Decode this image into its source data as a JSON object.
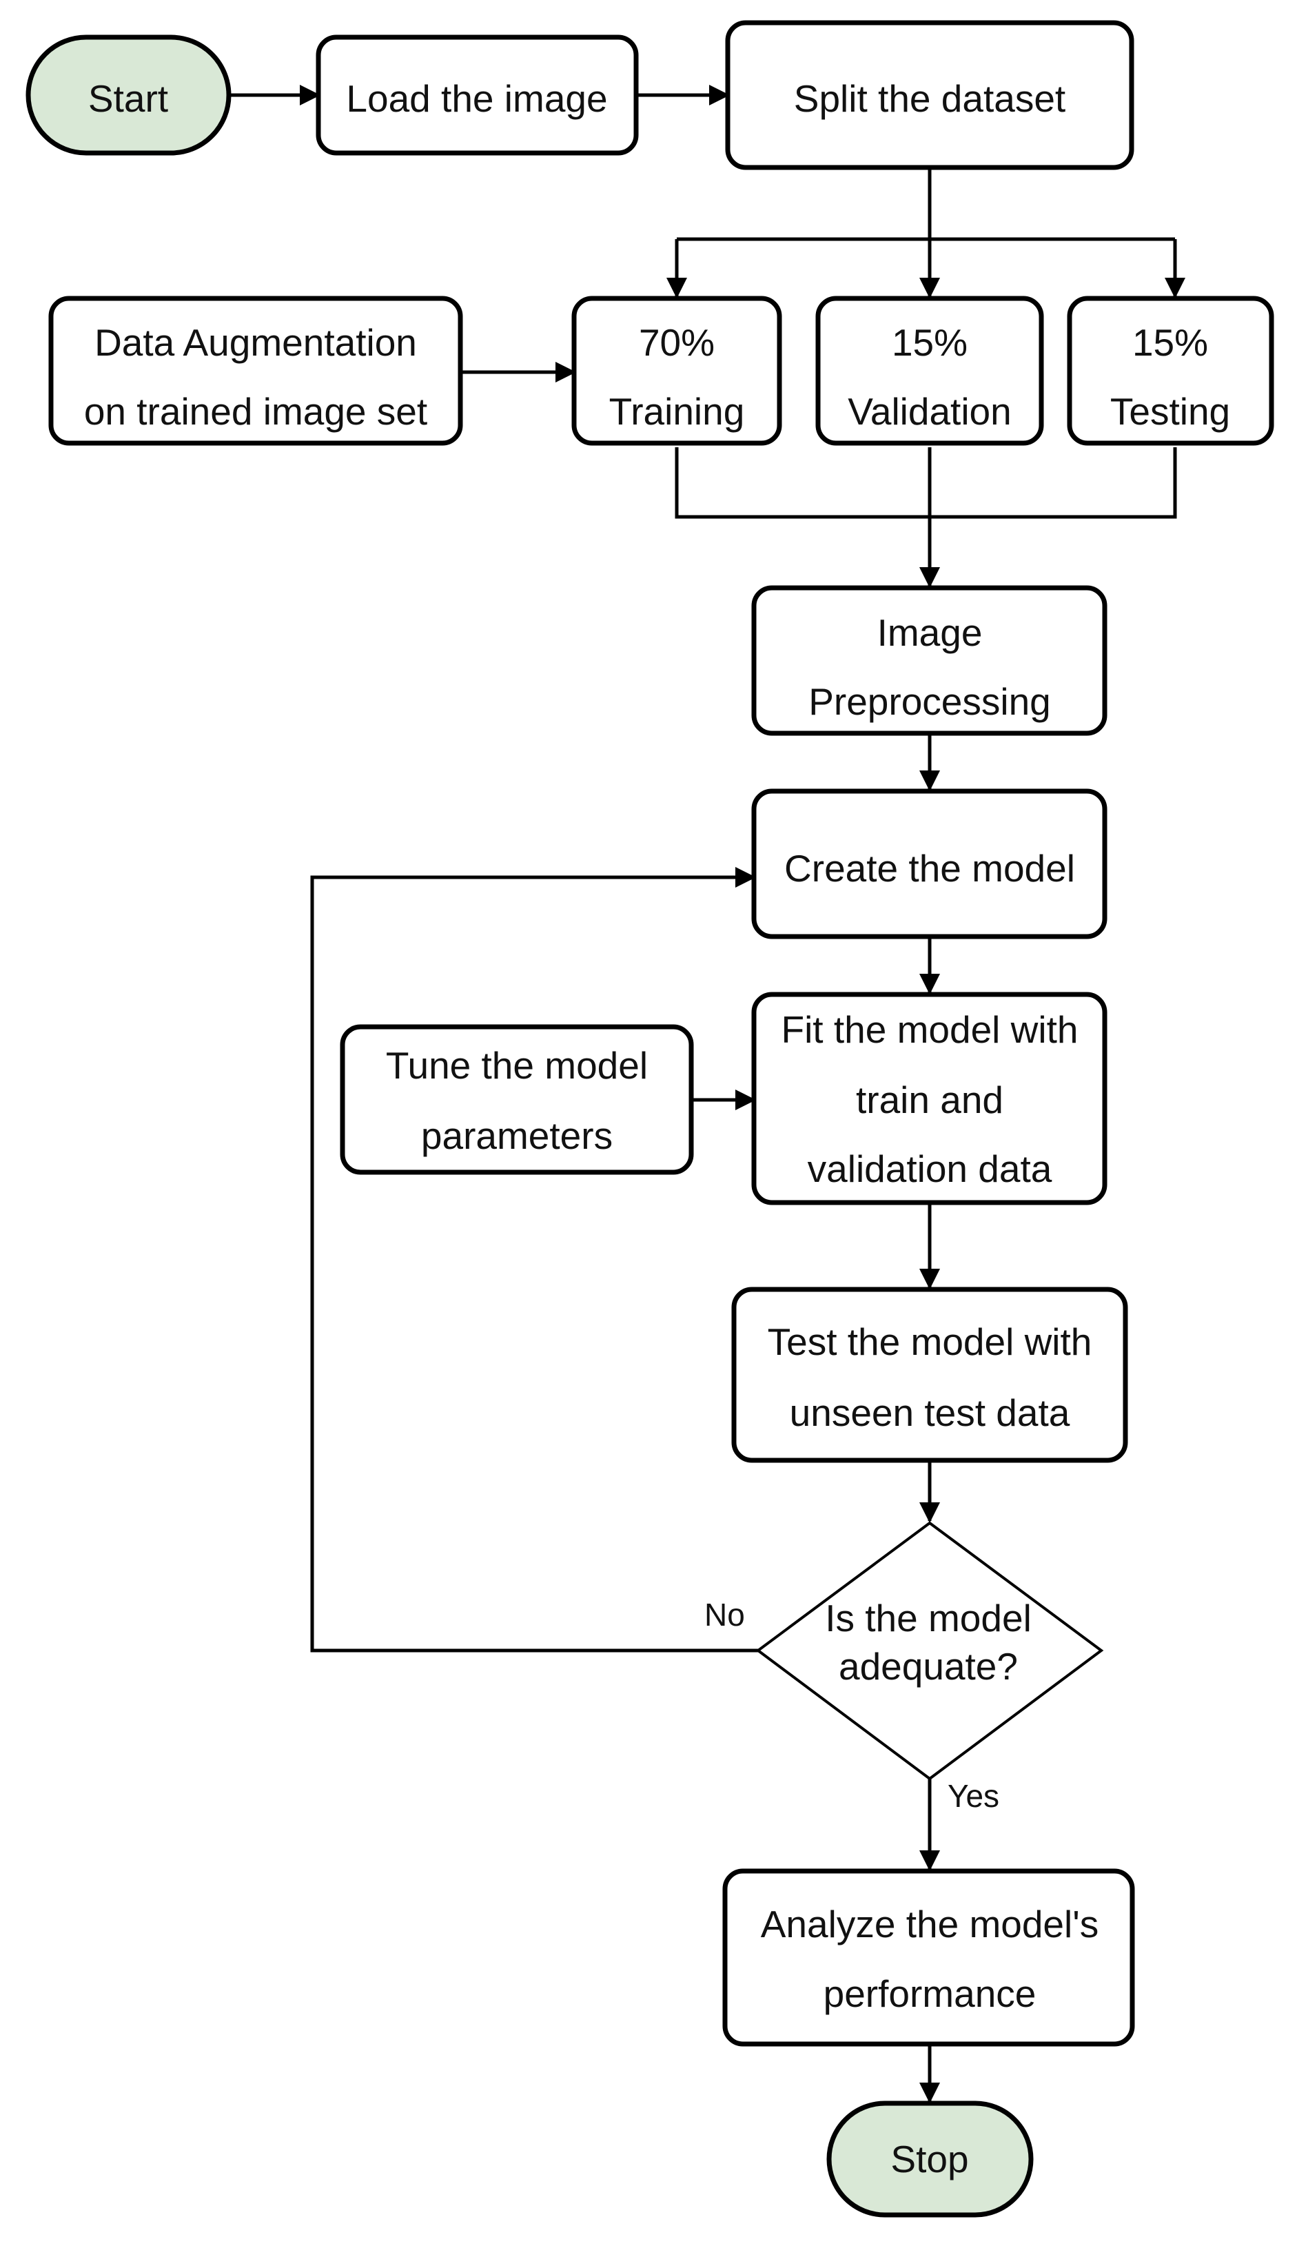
{
  "colors": {
    "terminal_fill": "#d9e8d6",
    "process_fill": "#ffffff",
    "stroke": "#000000",
    "text": "#111111"
  },
  "nodes": {
    "start": "Start",
    "load_image": "Load the image",
    "split_dataset": "Split the dataset",
    "data_augmentation": [
      "Data Augmentation",
      "on trained image set"
    ],
    "training": [
      "70%",
      "Training"
    ],
    "validation": [
      "15%",
      "Validation"
    ],
    "testing": [
      "15%",
      "Testing"
    ],
    "image_preprocessing": [
      "Image",
      "Preprocessing"
    ],
    "create_model": "Create the model",
    "tune_parameters": [
      "Tune the model",
      "parameters"
    ],
    "fit_model": [
      "Fit the model with",
      "train and",
      "validation data"
    ],
    "test_model": [
      "Test the model with",
      "unseen test data"
    ],
    "decision": [
      "Is the model",
      "adequate?"
    ],
    "analyze": [
      "Analyze the model's",
      "performance"
    ],
    "stop": "Stop"
  },
  "edge_labels": {
    "no": "No",
    "yes": "Yes"
  }
}
